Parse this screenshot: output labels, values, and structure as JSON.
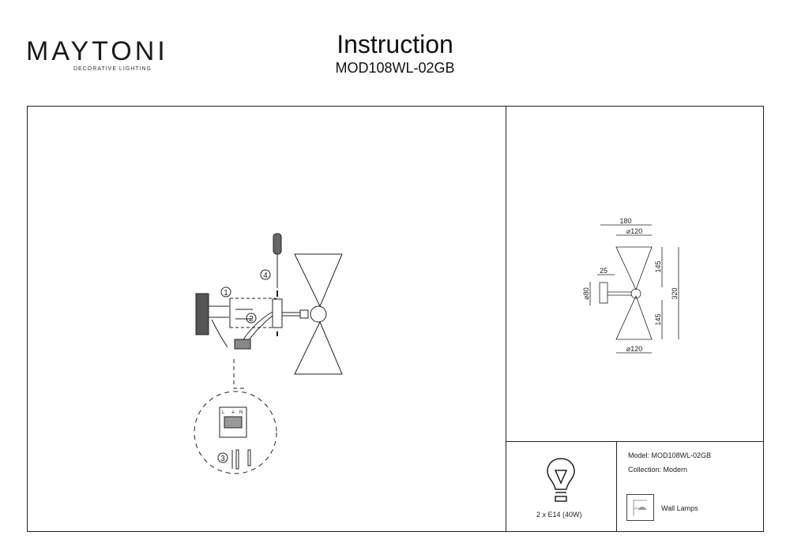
{
  "header": {
    "brand": "MAYTONI",
    "brand_tagline": "DECORATIVE LIGHTING",
    "title": "Instruction",
    "model_code": "MOD108WL-02GB"
  },
  "colors": {
    "brand_accent": "#4a1a4f",
    "line": "#222222"
  },
  "installation": {
    "steps": [
      "1",
      "2",
      "3",
      "4"
    ],
    "terminal_labels": [
      "L",
      "⏚",
      "N"
    ]
  },
  "dimensions": {
    "width": "180",
    "shade_diameter_top": "⌀120",
    "shade_diameter_bottom": "⌀120",
    "base_depth": "25",
    "base_diameter": "⌀80",
    "upper_height": "145",
    "lower_height": "145",
    "total_height": "320"
  },
  "specs": {
    "bulb": "2 x E14 (40W)",
    "model": "Model: MOD108WL-02GB",
    "collection": "Collection: Modern",
    "type": "Wall Lamps"
  }
}
